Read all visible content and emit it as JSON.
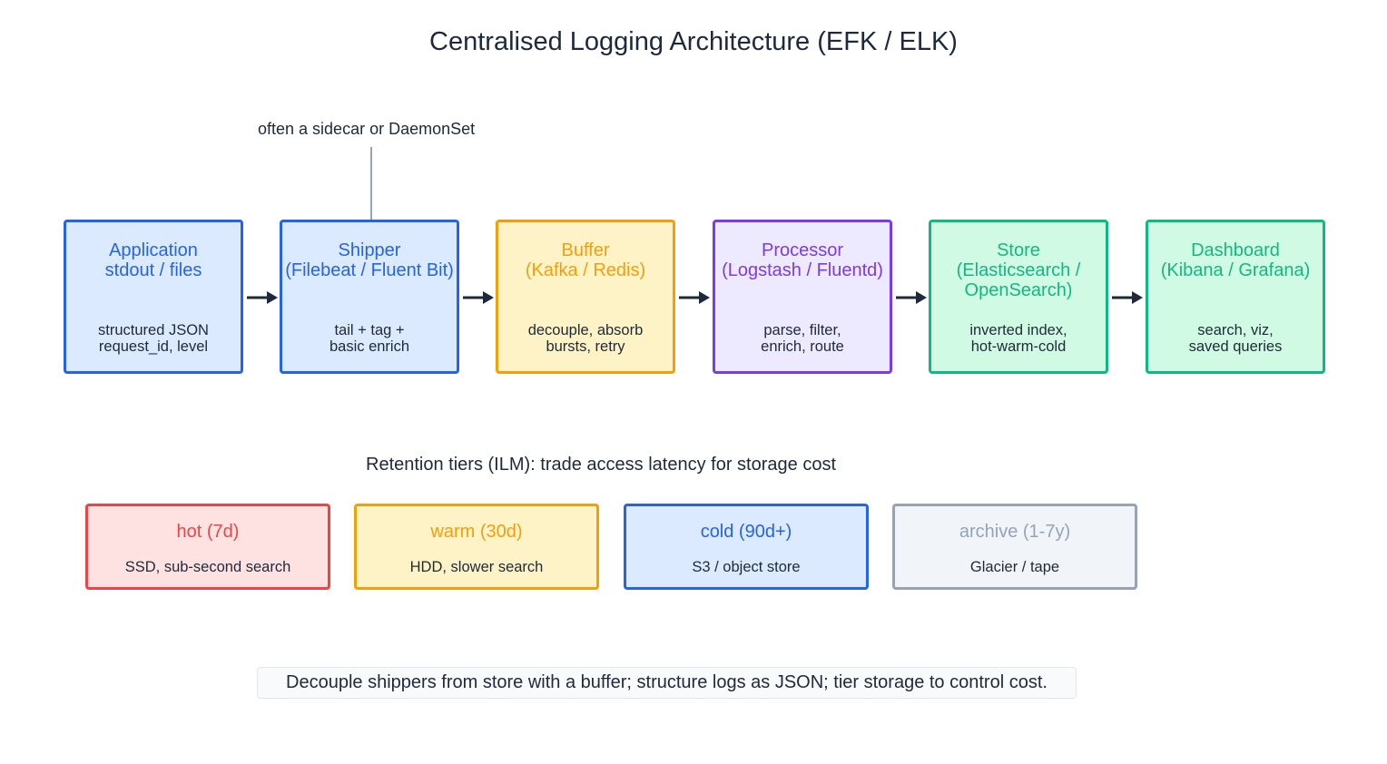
{
  "title": "Centralised Logging Architecture (EFK / ELK)",
  "annotation": "often a sidecar or DaemonSet",
  "pipeline": [
    {
      "name": "Application\nstdout / files",
      "description": "structured JSON\nrequest_id, level",
      "color": "#2563eb",
      "fill": "#dbeafe"
    },
    {
      "name": "Shipper\n(Filebeat / Fluent Bit)",
      "description": "tail + tag +\nbasic enrich",
      "color": "#2563eb",
      "fill": "#dbeafe"
    },
    {
      "name": "Buffer\n(Kafka / Redis)",
      "description": "decouple, absorb\nbursts, retry",
      "color": "#f59e0b",
      "fill": "#fef3c7"
    },
    {
      "name": "Processor\n(Logstash / Fluentd)",
      "description": "parse, filter,\nenrich, route",
      "color": "#7c3aed",
      "fill": "#ede9fe"
    },
    {
      "name": "Store\n(Elasticsearch / OpenSearch)",
      "description": "inverted index,\nhot-warm-cold",
      "color": "#10b981",
      "fill": "#d1fae5"
    },
    {
      "name": "Dashboard\n(Kibana / Grafana)",
      "description": "search, viz,\nsaved queries",
      "color": "#10b981",
      "fill": "#d1fae5"
    }
  ],
  "retention_title": "Retention tiers (ILM): trade access latency for storage cost",
  "tiers": [
    {
      "name": "hot (7d)",
      "description": "SSD, sub-second search",
      "color": "#ef4444",
      "fill": "#fee2e2"
    },
    {
      "name": "warm (30d)",
      "description": "HDD, slower search",
      "color": "#f59e0b",
      "fill": "#fef3c7"
    },
    {
      "name": "cold (90d+)",
      "description": "S3 / object store",
      "color": "#2563eb",
      "fill": "#dbeafe"
    },
    {
      "name": "archive (1-7y)",
      "description": "Glacier / tape",
      "color": "#94a3b8",
      "fill": "#f1f5f9"
    }
  ],
  "summary": "Decouple shippers from store with a buffer; structure logs as JSON; tier storage to control cost.",
  "arrow_color": "#1e293b"
}
